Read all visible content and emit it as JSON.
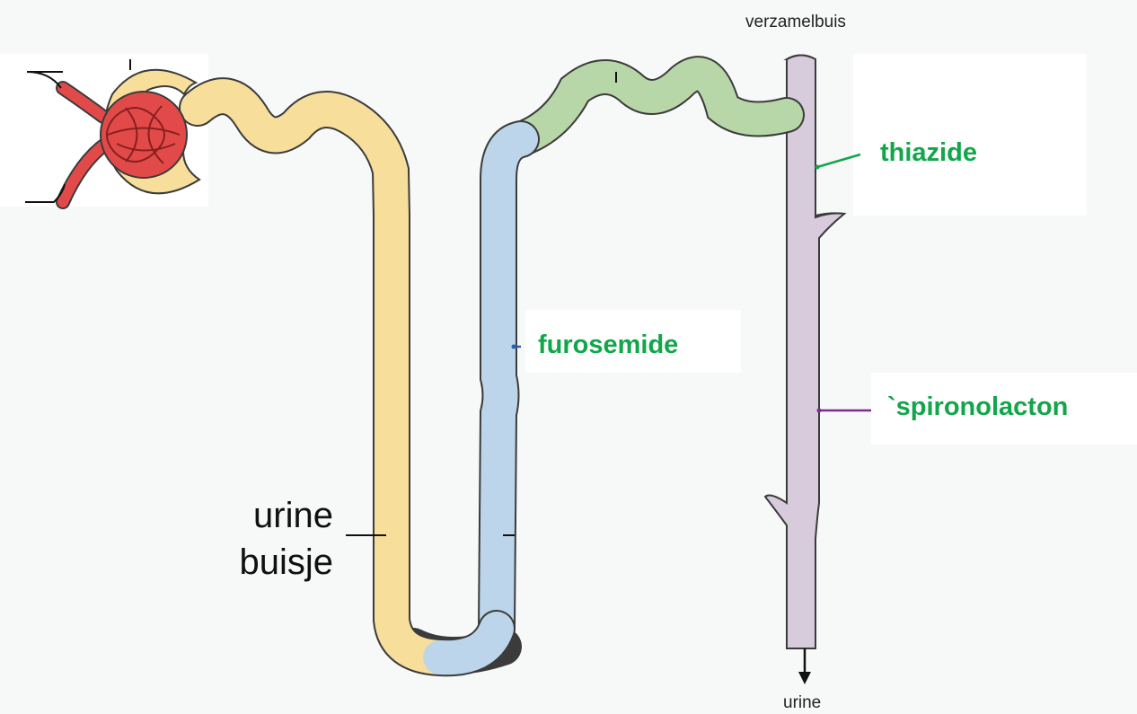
{
  "labels": {
    "collecting_duct": "verzamelbuis",
    "urine": "urine",
    "tubule_line1": "urine",
    "tubule_line2": "buisje",
    "thiazide": "thiazide",
    "furosemide": "furosemide",
    "spironolacton": "`spironolacton"
  },
  "colors": {
    "blood": "#e24a4a",
    "capsule": "#f8de9b",
    "proximal": "#f8de9b",
    "loop_ascending": "#bcd5ea",
    "distal": "#b8d7a8",
    "collecting_duct": "#d7cbdc",
    "drug_label": "#12a64a",
    "spironolacton_line": "#7b2d8e"
  },
  "icons": [
    "arrow-down-icon"
  ]
}
